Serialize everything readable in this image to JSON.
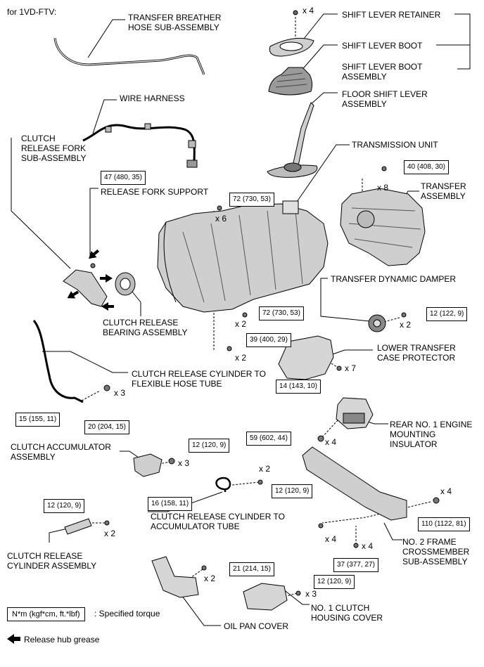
{
  "header": {
    "model": "for 1VD-FTV:"
  },
  "labels": {
    "transfer_breather_1": "TRANSFER BREATHER",
    "transfer_breather_2": "HOSE SUB-ASSEMBLY",
    "wire_harness": "WIRE HARNESS",
    "clutch_release_fork_1": "CLUTCH",
    "clutch_release_fork_2": "RELEASE FORK",
    "clutch_release_fork_3": "SUB-ASSEMBLY",
    "release_fork_support": "RELEASE FORK SUPPORT",
    "clutch_release_bearing_1": "CLUTCH RELEASE",
    "clutch_release_bearing_2": "BEARING ASSEMBLY",
    "shift_lever_retainer": "SHIFT LEVER RETAINER",
    "shift_lever_boot": "SHIFT LEVER BOOT",
    "shift_lever_boot_assy_1": "SHIFT LEVER BOOT",
    "shift_lever_boot_assy_2": "ASSEMBLY",
    "floor_shift_lever_1": "FLOOR SHIFT LEVER",
    "floor_shift_lever_2": "ASSEMBLY",
    "transmission_unit": "TRANSMISSION UNIT",
    "transfer_assy_1": "TRANSFER",
    "transfer_assy_2": "ASSEMBLY",
    "transfer_damper": "TRANSFER DYNAMIC DAMPER",
    "lower_protector_1": "LOWER TRANSFER",
    "lower_protector_2": "CASE PROTECTOR",
    "clutch_hose_tube_1": "CLUTCH RELEASE CYLINDER TO",
    "clutch_hose_tube_2": "FLEXIBLE HOSE TUBE",
    "clutch_accumulator_1": "CLUTCH ACCUMULATOR",
    "clutch_accumulator_2": "ASSEMBLY",
    "rear_mount_1": "REAR NO. 1 ENGINE",
    "rear_mount_2": "MOUNTING",
    "rear_mount_3": "INSULATOR",
    "accum_tube_1": "CLUTCH RELEASE CYLINDER TO",
    "accum_tube_2": "ACCUMULATOR TUBE",
    "release_cyl_1": "CLUTCH RELEASE",
    "release_cyl_2": "CYLINDER ASSEMBLY",
    "crossmember_1": "NO. 2 FRAME",
    "crossmember_2": "CROSSMEMBER",
    "crossmember_3": "SUB-ASSEMBLY",
    "housing_cover_1": "NO. 1 CLUTCH",
    "housing_cover_2": "HOUSING COVER",
    "oil_pan_cover": "OIL PAN COVER"
  },
  "quantities": {
    "retainer_x4": "x 4",
    "transfer_x8": "x 8",
    "trans_x6": "x 6",
    "trans_x2a": "x 2",
    "trans_x2b": "x 2",
    "damper_x2": "x 2",
    "protector_x7": "x 7",
    "hose_x3": "x 3",
    "mount_x4": "x 4",
    "accum_x3": "x 3",
    "tube_x2": "x 2",
    "cyl_x2": "x 2",
    "cross_x4a": "x 4",
    "cross_x4b": "x 4",
    "cross_x4c": "x 4",
    "oilpan_x2": "x 2",
    "housing_x3": "x 3"
  },
  "torques": {
    "fork_support": "47 (480, 35)",
    "transfer": "40 (408, 30)",
    "trans_top": "72 (730, 53)",
    "trans_bottom": "72 (730, 53)",
    "damper": "12 (122, 9)",
    "trans_lower": "39 (400, 29)",
    "protector": "14 (143, 10)",
    "hose_left": "15 (155, 11)",
    "hose_right": "20 (204, 15)",
    "mount": "59 (602, 44)",
    "accumulator": "12 (120, 9)",
    "tube": "12 (120, 9)",
    "tube_left": "16 (158, 11)",
    "cylinder": "12 (120, 9)",
    "crossmember": "110 (1122, 81)",
    "cross_bottom": "37 (377, 27)",
    "oil_pan": "21 (214, 15)",
    "housing_cover": "12 (120, 9)"
  },
  "legend": {
    "torque_box": "N*m (kgf*cm, ft.*lbf)",
    "torque_text": ": Specified torque",
    "grease_text": "Release hub grease"
  }
}
